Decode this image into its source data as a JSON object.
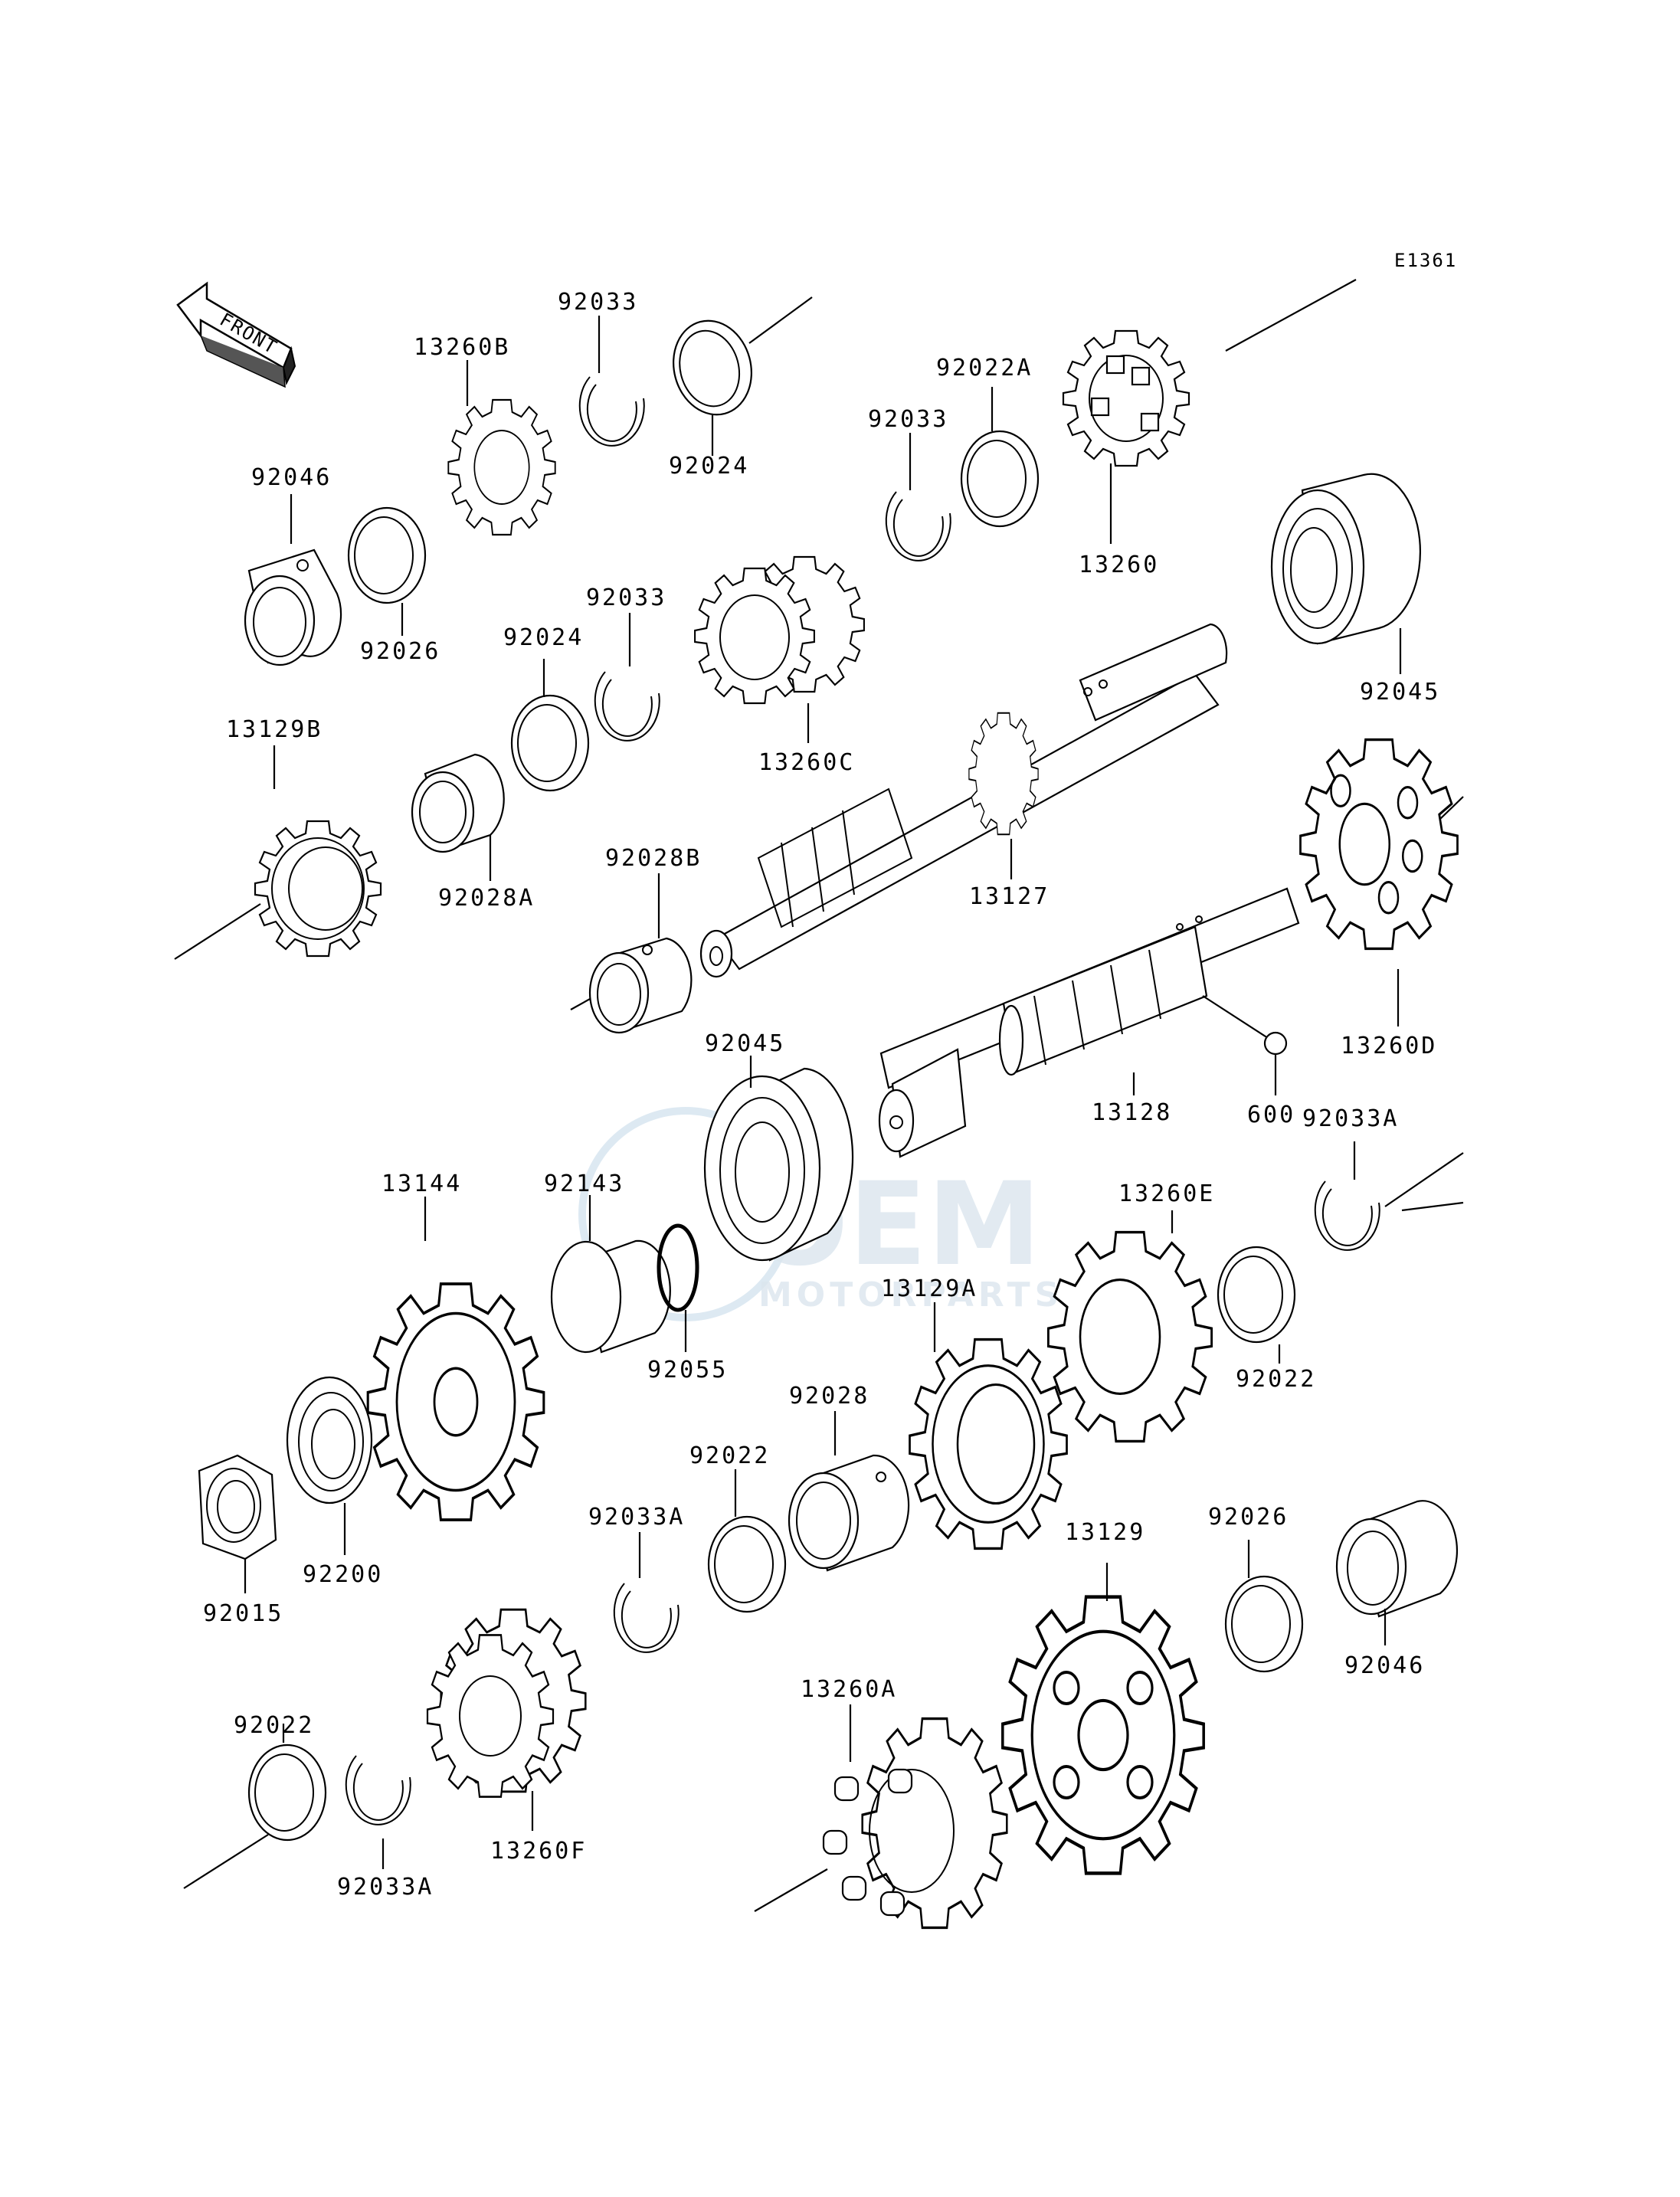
{
  "diagram": {
    "code": "E1361",
    "front_label": "FRONT",
    "watermark": {
      "main": "OEM",
      "sub": "MOTORPARTS"
    },
    "parts": {
      "p92033_a": "92033",
      "p92024_a": "92024",
      "p13260B": "13260B",
      "p92046_a": "92046",
      "p92026_a": "92026",
      "p92022A": "92022A",
      "p92033_b": "92033",
      "p13260": "13260",
      "p92033_c": "92033",
      "p92024_b": "92024",
      "p13260C": "13260C",
      "p92045_a": "92045",
      "p13129B": "13129B",
      "p92028A": "92028A",
      "p92028B": "92028B",
      "p13127": "13127",
      "p13260D": "13260D",
      "p92045_b": "92045",
      "p13128": "13128",
      "p600": "600",
      "p92033A_a": "92033A",
      "p13144": "13144",
      "p92143": "92143",
      "p92055": "92055",
      "p13260E": "13260E",
      "p13129A": "13129A",
      "p92022_a": "92022",
      "p92028": "92028",
      "p92022_b": "92022",
      "p92033A_b": "92033A",
      "p13129": "13129",
      "p92026_b": "92026",
      "p92046_b": "92046",
      "p92200": "92200",
      "p92015": "92015",
      "p92022_c": "92022",
      "p92033A_c": "92033A",
      "p13260F": "13260F",
      "p13260A": "13260A"
    }
  }
}
